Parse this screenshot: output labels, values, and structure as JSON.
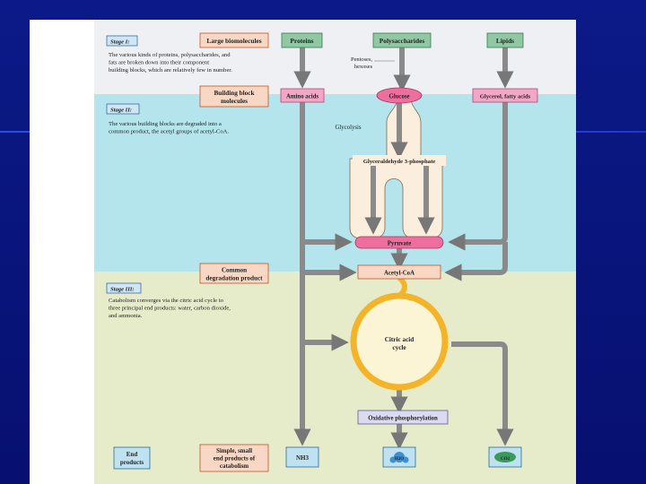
{
  "stages": {
    "stage1": {
      "title": "Stage I:",
      "desc": [
        "The various kinds of proteins, polysaccharides, and",
        "fats are broken down into their component",
        "building blocks, which are relatively few in number."
      ],
      "level_label": "Large biomolecules"
    },
    "stage2": {
      "title": "Stage II:",
      "desc": [
        "The various building blocks are degraded into a",
        "common product, the acetyl groups of acetyl-CoA."
      ],
      "level_label": [
        "Building block",
        "molecules"
      ]
    },
    "stage3": {
      "title": "Stage III:",
      "desc": [
        "Catabolism converges via the citric acid cycle to",
        "three principal end products: water, carbon dioxide,",
        "and ammonia."
      ],
      "common_label": [
        "Common",
        "degradation product"
      ]
    }
  },
  "nodes": {
    "proteins": "Proteins",
    "polysaccharides": "Polysaccharides",
    "lipids": "Lipids",
    "pentoses": [
      "Pentoses,",
      "hexoses"
    ],
    "amino_acids": "Amino acids",
    "glucose": "Glucose",
    "glycerol": "Glycerol, fatty acids",
    "glycolysis": "Glycolysis",
    "g3p": "Glyceraldehyde 3-phosphate",
    "pyruvate": "Pyruvate",
    "acetyl_coa": "Acetyl-CoA",
    "citric_acid": [
      "Citric acid",
      "cycle"
    ],
    "oxphos": "Oxidative phosphorylation"
  },
  "bottom": {
    "end_products": [
      "End",
      "products"
    ],
    "simple": [
      "Simple, small",
      "end products of",
      "catabolism"
    ],
    "nh3": "NH3",
    "h2o": "H2O",
    "co2": "CO2"
  },
  "colors": {
    "band1": "#eef0f4",
    "band2": "#b4e4ec",
    "band3": "#e6ecca",
    "orange_box": "#f8d8c4",
    "green_box": "#90c8a4",
    "pink_box": "#f4a6c6",
    "pink_ellipse": "#ee6e9e",
    "blue_box": "#bfe2f2",
    "purple_box": "#dcdaf0",
    "arrow_gray": "#8a8a8a",
    "cycle_orange": "#f4b42a",
    "glycolysis_fill": "#fbeedd"
  }
}
